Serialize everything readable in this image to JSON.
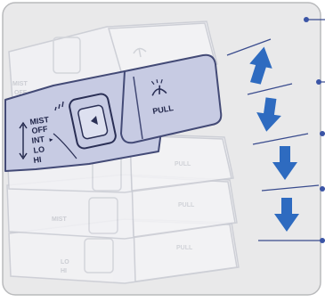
{
  "colors": {
    "panel_bg": "#e9e9ea",
    "panel_border": "#b9babc",
    "lever_fill": "#c7cbe3",
    "lever_stroke": "#434a76",
    "ghost_stroke": "#c9cbd3",
    "ghost_fill": "#f2f2f5",
    "arrow_blue": "#2e6bc0",
    "callout_line": "#3a4c8e",
    "callout_dot": "#3b55a6"
  },
  "lever": {
    "mode_labels": [
      "MIST",
      "OFF",
      "INT",
      "LO",
      "HI"
    ],
    "knob_label": "PULL",
    "knob_icon": "wiper-washer-icon",
    "int_marker": "▸"
  },
  "ghost_labels": {
    "mist": "MIST",
    "off": "OFF",
    "lo": "LO",
    "hi": "HI",
    "pull": "PULL"
  },
  "arrows": [
    {
      "direction": "up"
    },
    {
      "direction": "down"
    },
    {
      "direction": "down"
    },
    {
      "direction": "down"
    }
  ]
}
